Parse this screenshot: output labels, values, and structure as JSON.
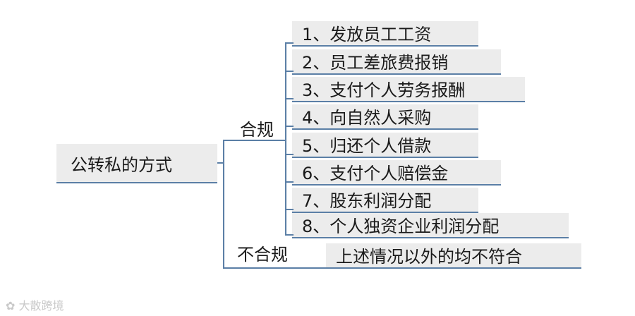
{
  "root": "公转私的方式",
  "compliant": {
    "label": "合规",
    "items": [
      "1、发放员工工资",
      "2、员工差旅费报销",
      "3、支付个人劳务报酬",
      "4、向自然人采购",
      "5、归还个人借款",
      "6、支付个人赔偿金",
      "7、股东利润分配",
      "8、个人独资企业利润分配"
    ]
  },
  "noncompliant": {
    "label": "不合规",
    "note": "上述情况以外的均不符合"
  },
  "watermark": "大散跨境"
}
